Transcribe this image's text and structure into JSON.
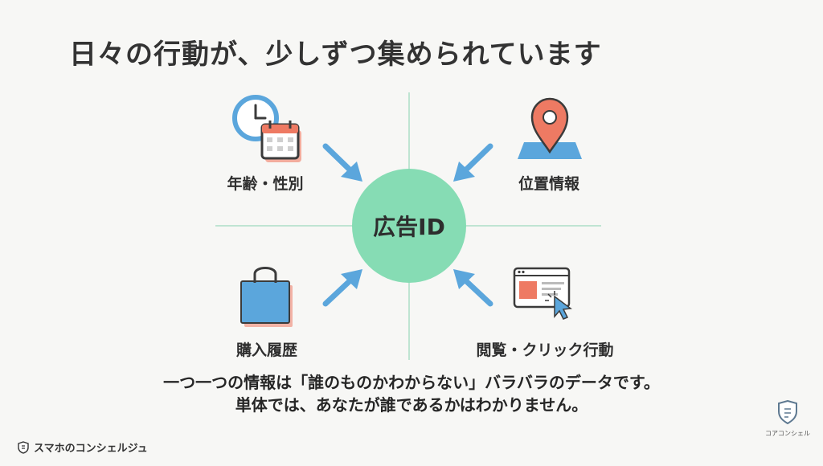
{
  "title": "日々の行動が、少しずつ集められています",
  "center": {
    "label": "広告ID",
    "color": "#86dcb4"
  },
  "items": [
    {
      "label": "年齢・性別",
      "icon": "clock-calendar-icon"
    },
    {
      "label": "位置情報",
      "icon": "map-pin-icon"
    },
    {
      "label": "購入履歴",
      "icon": "shopping-bag-icon"
    },
    {
      "label": "閲覧・クリック行動",
      "icon": "browser-click-icon"
    }
  ],
  "caption": {
    "line1": "一つ一つの情報は「誰のものかわからない」バラバラのデータです。",
    "line2": "単体では、あなたが誰であるかはわかりません。"
  },
  "footer": {
    "brand": "スマホのコンシェルジュ",
    "logo_text": "コアコンシェル"
  },
  "colors": {
    "accent_blue": "#5ba6dc",
    "accent_red": "#ee7a63",
    "line": "#bfe4d2",
    "dark": "#3b3b3b"
  }
}
